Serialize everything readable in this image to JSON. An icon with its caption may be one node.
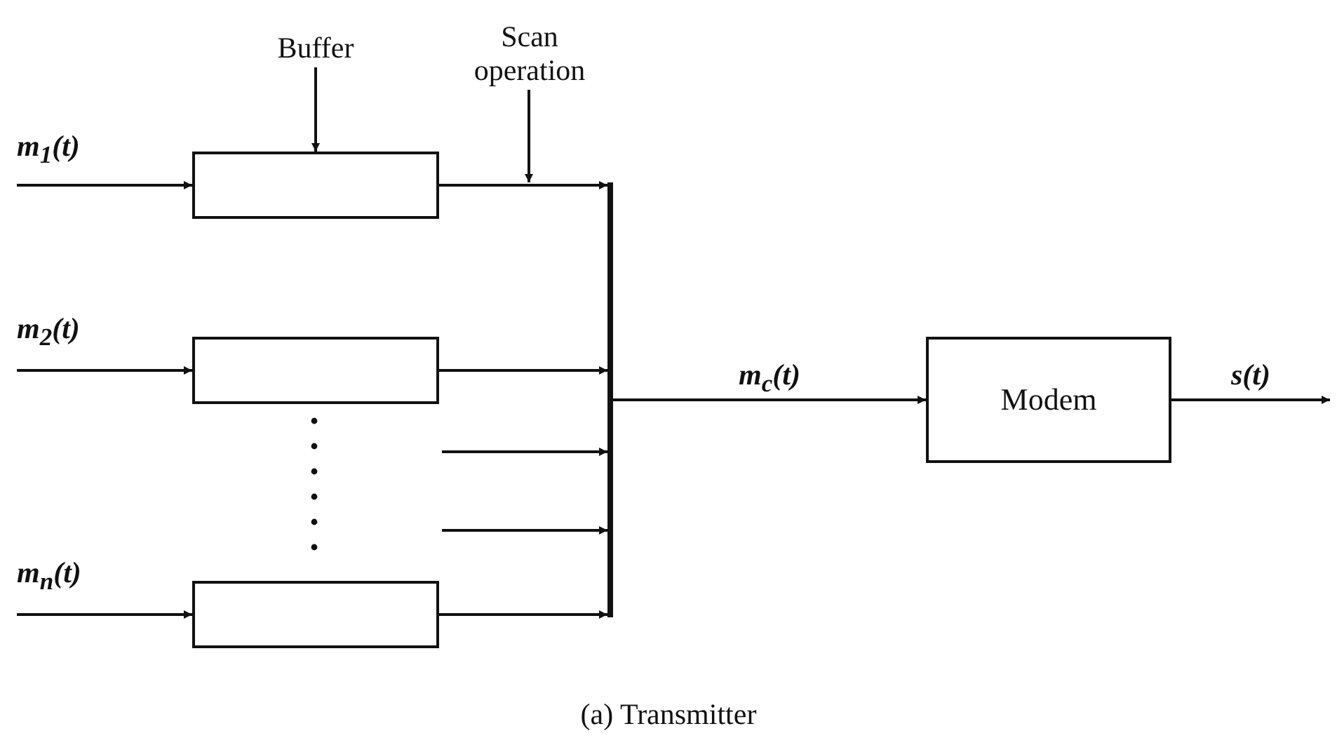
{
  "diagram": {
    "caption": "(a) Transmitter",
    "nodes": [
      {
        "text": [
          "m$_{1}$(t)"
        ]
      },
      {
        "text": [],
        "shape": "box"
      },
      {
        "text": [
          "m$_{2}$(t)"
        ]
      },
      {
        "text": [],
        "shape": "box"
      },
      {
        "text": [
          "m$_{n}$(t)"
        ]
      },
      {
        "text": [],
        "shape": "box"
      },
      {
        "text": [
          "Buffer"
        ]
      },
      {
        "text": [
          "Scan operation"
        ]
      },
      {
        "text": [],
        "shape": "bar"
      },
      {
        "text": [
          "Modem"
        ]
      }
    ],
    "edges": [
      {
        "from": 0,
        "to": 1,
        "arrow": "to"
      },
      {
        "from": 2,
        "to": 3,
        "arrow": "to"
      },
      {
        "from": 4,
        "to": 5,
        "arrow": "to"
      },
      {
        "from": 6,
        "to": 1,
        "arrow": "to"
      },
      {
        "from": 7,
        "to": null,
        "arrow": "to"
      },
      {
        "from": 1,
        "to": 8,
        "arrow": "to"
      },
      {
        "from": 3,
        "to": 8,
        "arrow": "to"
      },
      {
        "from": null,
        "to": 8,
        "arrow": "to"
      },
      {
        "from": null,
        "to": 8,
        "arrow": "to"
      },
      {
        "from": 5,
        "to": 8,
        "arrow": "to"
      },
      {
        "from": 8,
        "to": 9,
        "arrow": "to",
        "label": "m$_{c}$(t)"
      },
      {
        "from": 9,
        "to": null,
        "arrow": "to",
        "label": "s(t)"
      }
    ]
  }
}
